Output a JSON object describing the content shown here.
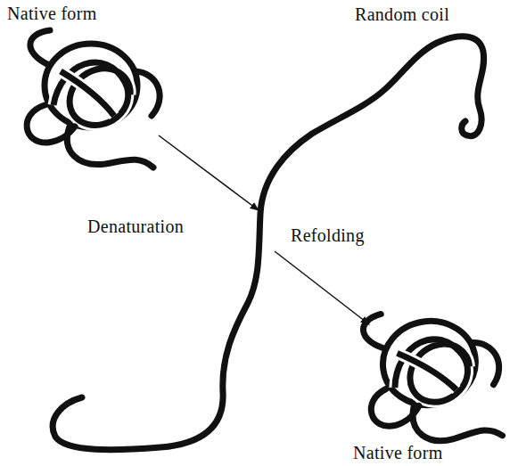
{
  "diagram": {
    "labels": [
      "Native form",
      "Random coil",
      "Denaturation",
      "Refolding",
      "Native form"
    ]
  }
}
